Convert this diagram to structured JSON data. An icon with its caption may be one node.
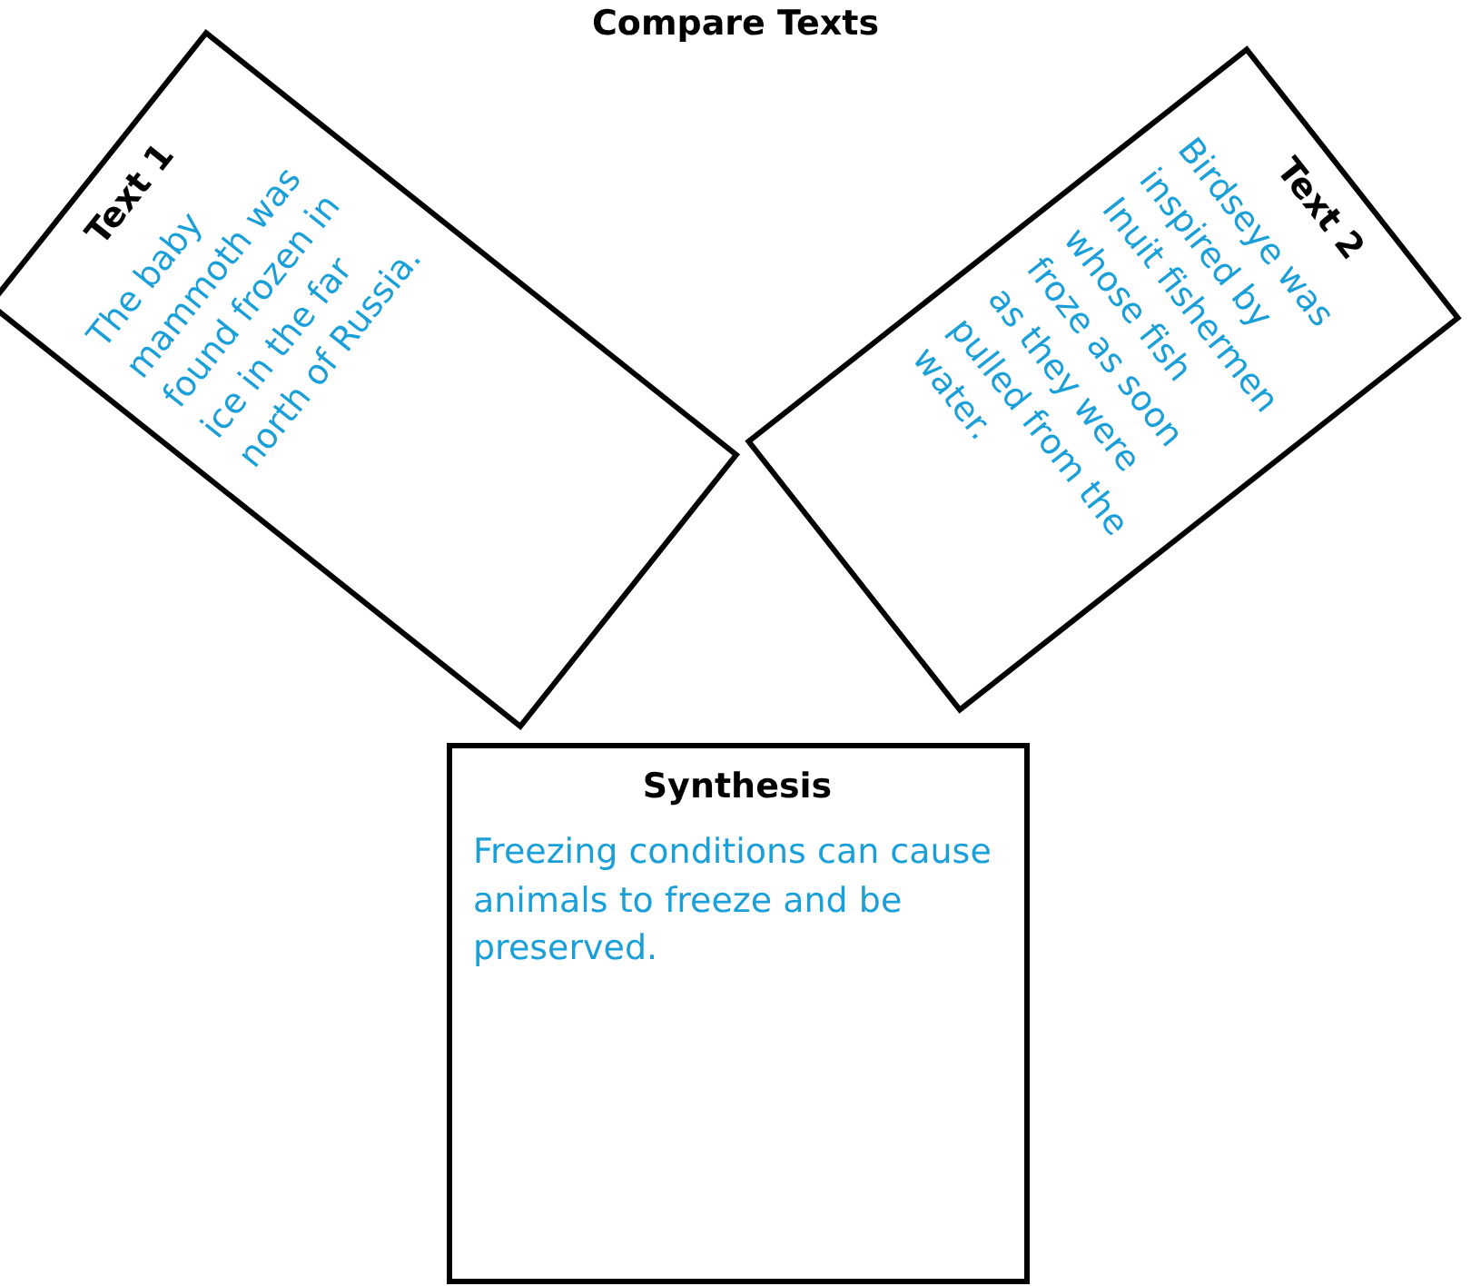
{
  "diagram": {
    "title": "Compare Texts",
    "nodes": [
      {
        "text": [
          "Text 1",
          "The baby mammoth was found frozen in ice in the far north of Russia."
        ]
      },
      {
        "text": [
          "Text 2",
          "Birdseye was inspired by Inuit fishermen whose fish froze as soon as they were pulled from the water."
        ]
      },
      {
        "text": [
          "Synthesis",
          "Freezing conditions can cause animals to freeze and be preserved."
        ]
      }
    ]
  }
}
